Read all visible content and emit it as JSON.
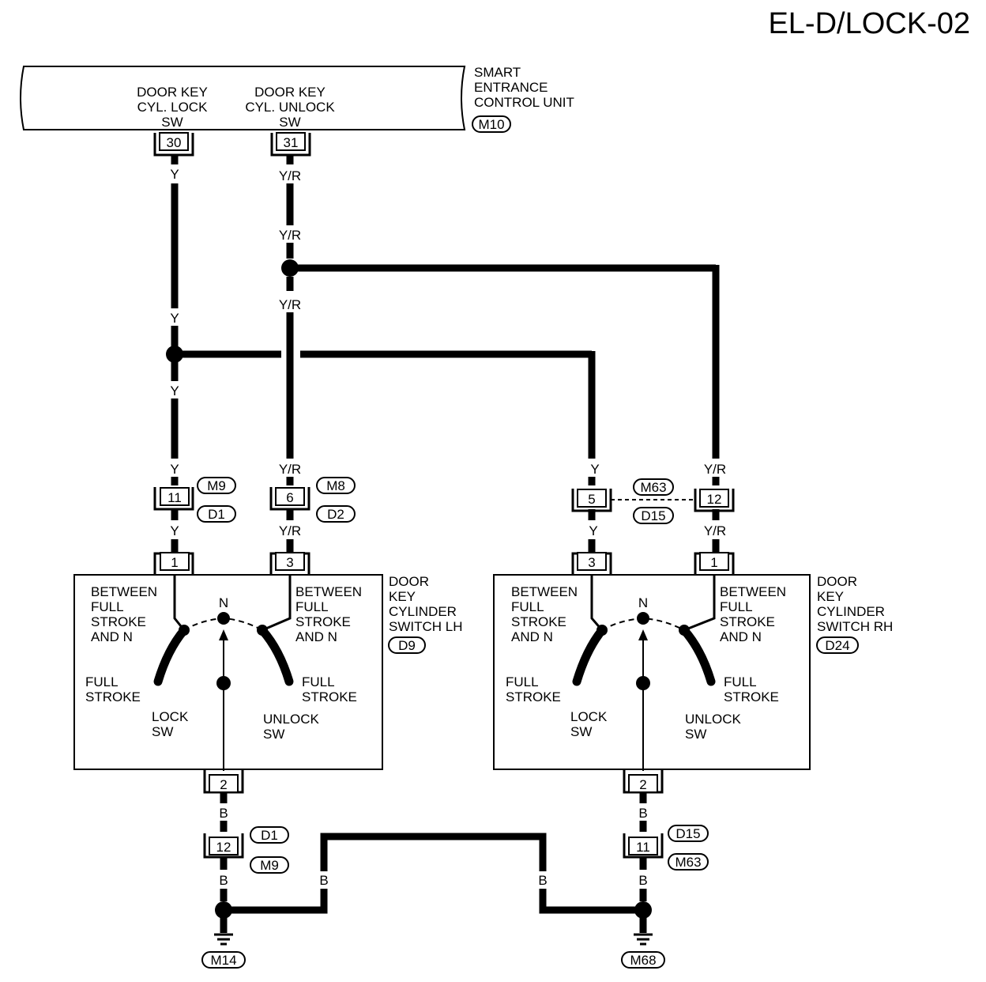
{
  "page_title": "EL-D/LOCK-02",
  "control_unit": {
    "name_lines": [
      "SMART",
      "ENTRANCE",
      "CONTROL UNIT"
    ],
    "connector": "M10",
    "lock_label_lines": [
      "DOOR KEY",
      "CYL. LOCK",
      "SW"
    ],
    "unlock_label_lines": [
      "DOOR KEY",
      "CYL. UNLOCK",
      "SW"
    ],
    "lock_pin": "30",
    "unlock_pin": "31"
  },
  "wire_colors": {
    "yellow": "Y",
    "yellow_red": "Y/R",
    "black": "B"
  },
  "junctions": {
    "lh_lock": {
      "pin": "11",
      "top_connector": "M9",
      "bottom_connector": "D1"
    },
    "lh_unlock": {
      "pin": "6",
      "top_connector": "M8",
      "bottom_connector": "D2"
    },
    "rh_lock": {
      "pin": "5"
    },
    "rh_unlock": {
      "pin": "12"
    },
    "rh_connectors": {
      "top": "M63",
      "bottom": "D15"
    }
  },
  "switch_lh": {
    "name_lines": [
      "DOOR",
      "KEY",
      "CYLINDER",
      "SWITCH LH"
    ],
    "connector": "D9",
    "pin_left": "1",
    "pin_right": "3",
    "pin_ground": "2"
  },
  "switch_rh": {
    "name_lines": [
      "DOOR",
      "KEY",
      "CYLINDER",
      "SWITCH RH"
    ],
    "connector": "D24",
    "pin_left": "3",
    "pin_right": "1",
    "pin_ground": "2"
  },
  "switch_labels": {
    "between_lines": [
      "BETWEEN",
      "FULL",
      "STROKE",
      "AND N"
    ],
    "neutral": "N",
    "full_stroke_lines": [
      "FULL",
      "STROKE"
    ],
    "lock_sw_lines": [
      "LOCK",
      "SW"
    ],
    "unlock_sw_lines": [
      "UNLOCK",
      "SW"
    ]
  },
  "ground_lh": {
    "pin": "12",
    "top_connector": "D1",
    "bottom_connector": "M9",
    "ground": "M14"
  },
  "ground_rh": {
    "pin": "11",
    "top_connector": "D15",
    "bottom_connector": "M63",
    "ground": "M68"
  }
}
